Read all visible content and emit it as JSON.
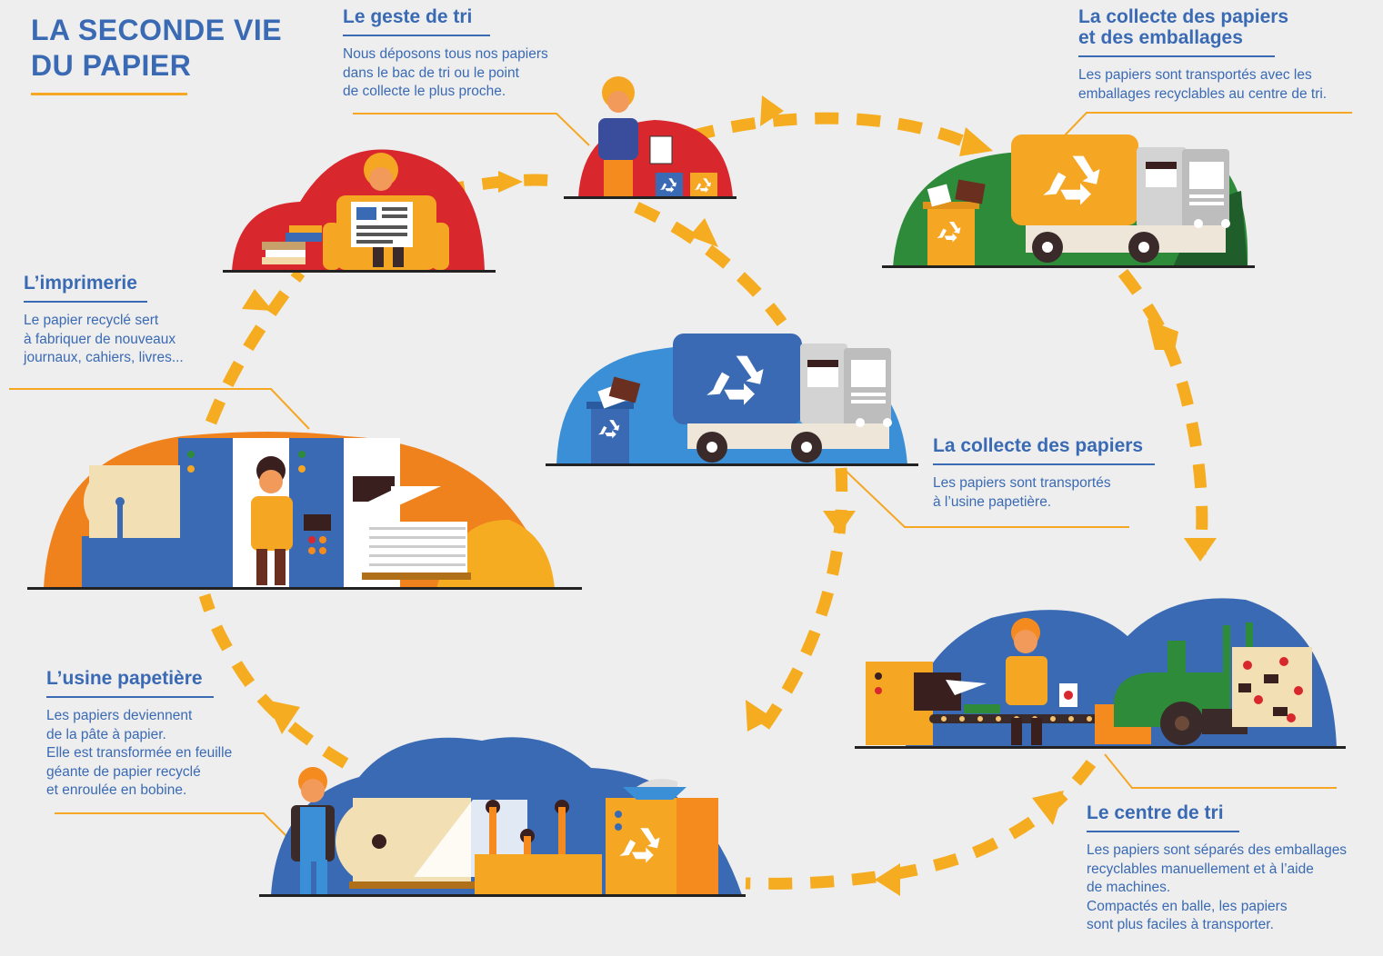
{
  "title": {
    "line1": "LA SECONDE VIE",
    "line2": "DU PAPIER"
  },
  "steps": {
    "geste": {
      "heading": "Le geste de tri",
      "text": "Nous déposons tous nos papiers\ndans le bac de tri ou le point\nde collecte le plus proche."
    },
    "collecte_emballages": {
      "heading_line1": "La collecte des papiers",
      "heading_line2": "et  des emballages",
      "text": "Les papiers sont transportés avec les\nemballages recyclables au centre de tri."
    },
    "imprimerie": {
      "heading": "L’imprimerie",
      "text": "Le papier recyclé sert\nà fabriquer de nouveaux\njournaux, cahiers, livres..."
    },
    "collecte_papiers": {
      "heading": "La collecte des papiers",
      "text": "Les papiers sont transportés\nà l’usine papetière."
    },
    "usine": {
      "heading": "L’usine papetière",
      "text": "Les papiers deviennent\nde la pâte à papier.\nElle est transformée en feuille\ngéante de papier recyclé\net enroulée en bobine."
    },
    "centre": {
      "heading": "Le centre de tri",
      "text": "Les papiers sont séparés des emballages\nrecyclables manuellement et à l’aide\nde machines.\nCompactés en balle, les papiers\nsont plus faciles à  transporter."
    }
  },
  "icons": [
    "recycle-icon",
    "newspaper-icon",
    "truck-icon",
    "bin-icon",
    "paper-roll-icon",
    "forklift-icon",
    "printer-icon",
    "worker-icon",
    "reader-icon"
  ],
  "colors": {
    "blue": "#3a6ab4",
    "orange": "#f5a623",
    "red": "#d9272e",
    "green": "#2e8b3a",
    "light_blue": "#3a8fd6",
    "deep_orange": "#f0821e"
  }
}
